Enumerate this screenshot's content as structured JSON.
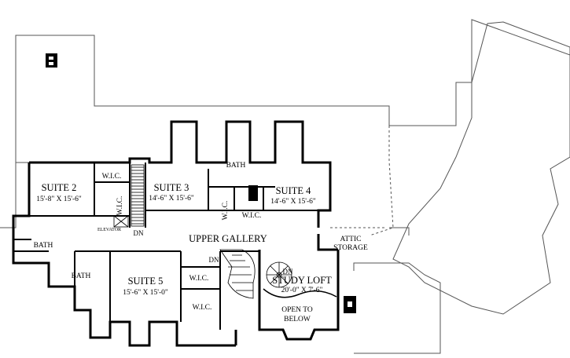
{
  "title": "Upper Floor Plan",
  "rooms": {
    "suite2": {
      "name": "SUITE 2",
      "size": "15'-8\" X 15'-6\""
    },
    "suite3": {
      "name": "SUITE 3",
      "size": "14'-6\" X 15'-6\""
    },
    "suite4": {
      "name": "SUITE 4",
      "size": "14'-6\" X 15'-6\""
    },
    "suite5": {
      "name": "SUITE 5",
      "size": "15'-6\" X 15'-0\""
    },
    "study_loft": {
      "name": "STUDY LOFT",
      "size": "20'-0\" X 7'-6\""
    },
    "upper_gallery": {
      "name": "UPPER GALLERY"
    },
    "attic_storage": {
      "line1": "ATTIC",
      "line2": "STORAGE"
    },
    "open_to_below": {
      "line1": "OPEN TO",
      "line2": "BELOW"
    },
    "bath_center": "BATH",
    "bath_suite2": "BATH",
    "bath_suite5": "BATH",
    "wic_suite2_a": "W.I.C.",
    "wic_suite2_b": "W.I.C.",
    "wic_center_a": "W.I.C.",
    "wic_center_b": "W.I.C.",
    "wic_suite5_a": "W.I.C.",
    "wic_suite5_b": "W.I.C.",
    "elevator": "ELEVATOR",
    "dn_stair1": "DN",
    "dn_stair2": "DN",
    "dn_spiral": "DN"
  }
}
